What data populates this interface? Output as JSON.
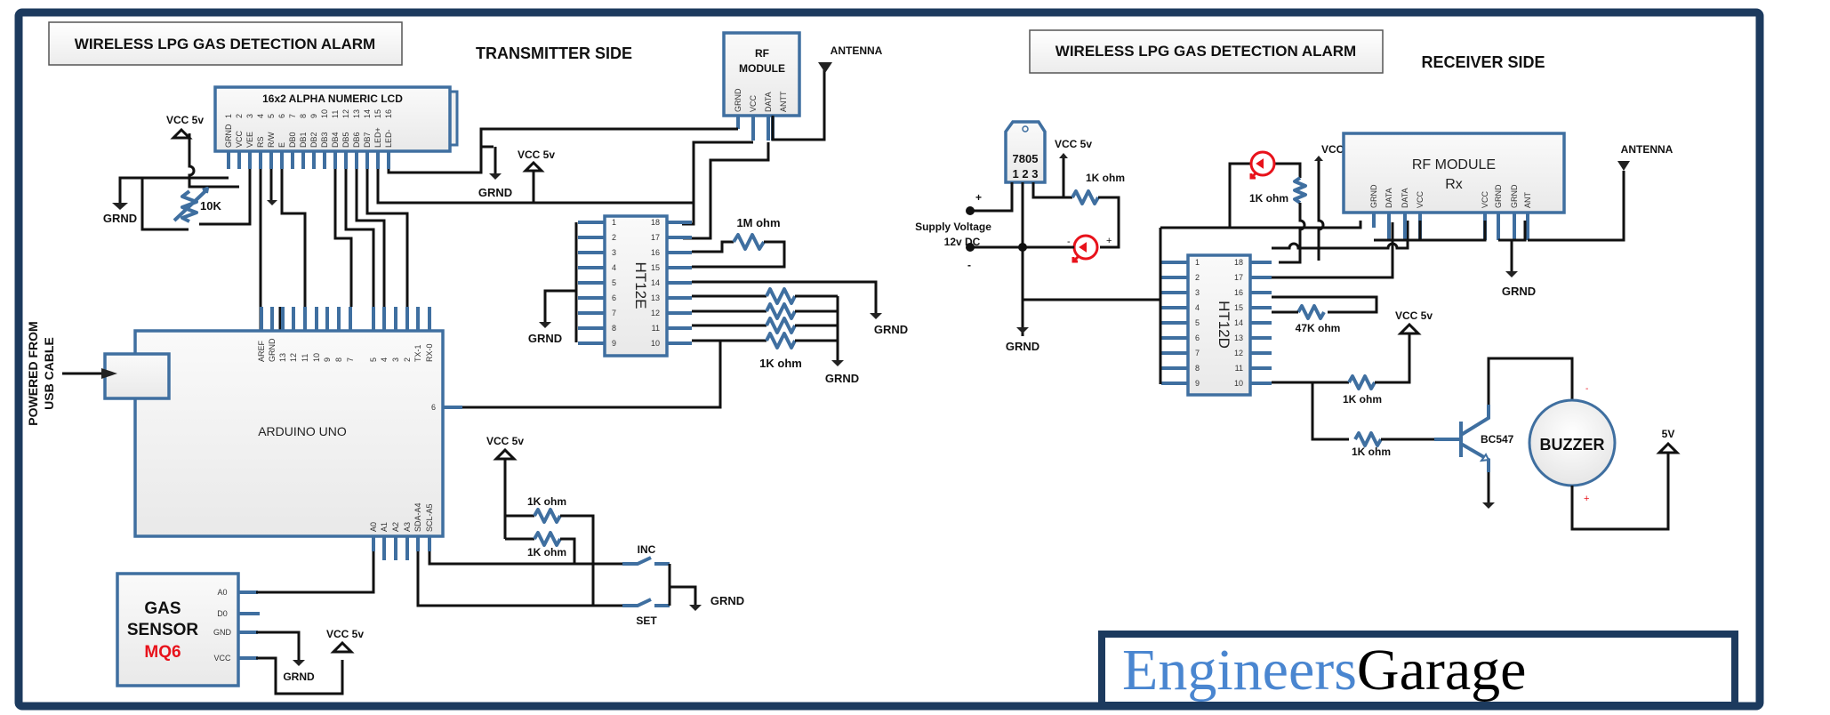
{
  "diagram": {
    "title_left": "WIRELESS LPG GAS DETECTION ALARM",
    "title_right": "WIRELESS LPG GAS DETECTION ALARM",
    "transmitter_heading": "TRANSMITTER SIDE",
    "receiver_heading": "RECEIVER SIDE",
    "colors": {
      "frame": "#1c3a5e",
      "component_outline": "#3f6fa0",
      "wire": "#111111",
      "led": "#e8121b",
      "logo_blue": "#4a86d0"
    }
  },
  "transmitter": {
    "lcd": {
      "title": "16x2 ALPHA NUMERIC LCD",
      "pins": [
        {
          "num": "1",
          "name": "GRND"
        },
        {
          "num": "2",
          "name": "VCC"
        },
        {
          "num": "3",
          "name": "VEE"
        },
        {
          "num": "4",
          "name": "RS"
        },
        {
          "num": "5",
          "name": "R/W"
        },
        {
          "num": "6",
          "name": "E"
        },
        {
          "num": "7",
          "name": "DB0"
        },
        {
          "num": "8",
          "name": "DB1"
        },
        {
          "num": "9",
          "name": "DB2"
        },
        {
          "num": "10",
          "name": "DB3"
        },
        {
          "num": "11",
          "name": "DB4"
        },
        {
          "num": "12",
          "name": "DB5"
        },
        {
          "num": "13",
          "name": "DB6"
        },
        {
          "num": "14",
          "name": "DB7"
        },
        {
          "num": "15",
          "name": "LED+"
        },
        {
          "num": "16",
          "name": "LED-"
        }
      ]
    },
    "pot_label": "10K",
    "vcc_label": "VCC 5v",
    "gnd_label": "GRND",
    "rf_module": {
      "title_line1": "RF",
      "title_line2": "MODULE",
      "pins": [
        "GRND",
        "VCC",
        "DATA",
        "ANTT"
      ]
    },
    "antenna_label": "ANTENNA",
    "encoder": {
      "name": "HT12E",
      "left_pins": [
        "1",
        "2",
        "3",
        "4",
        "5",
        "6",
        "7",
        "8",
        "9"
      ],
      "right_pins": [
        "18",
        "17",
        "16",
        "15",
        "14",
        "13",
        "12",
        "11",
        "10"
      ]
    },
    "osc_resistor": "1M ohm",
    "data_resistors": "1K ohm",
    "arduino": {
      "name": "ARDUINO UNO",
      "top_pins": [
        "AREF",
        "GRND",
        "13",
        "12",
        "11",
        "10",
        "9",
        "8",
        "7",
        "5",
        "4",
        "3",
        "2",
        "TX-1",
        "RX-0"
      ],
      "bottom_pins": [
        "A0",
        "A1",
        "A2",
        "A3",
        "SDA-A4",
        "SCL-A5"
      ],
      "side_pin": "6"
    },
    "usb_label_line1": "POWERED FROM",
    "usb_label_line2": "USB CABLE",
    "pullup_resistors": [
      "1K ohm",
      "1K ohm"
    ],
    "switches": [
      "INC",
      "SET"
    ],
    "gas_sensor": {
      "line1": "GAS",
      "line2": "SENSOR",
      "model": "MQ6",
      "pins": [
        "A0",
        "D0",
        "GND",
        "VCC"
      ]
    }
  },
  "receiver": {
    "regulator": {
      "name": "7805",
      "pins": "1 2 3"
    },
    "supply_label_line1": "Supply Voltage",
    "supply_label_line2": "12v DC",
    "plus": "+",
    "minus": "-",
    "vcc_label": "VCC 5v",
    "led_resistor": "1K ohm",
    "rf_module": {
      "title_line1": "RF MODULE",
      "title_line2": "Rx",
      "pins": [
        "GRND",
        "DATA",
        "DATA",
        "VCC",
        "VCC",
        "GRND",
        "GRND",
        "ANT"
      ]
    },
    "antenna_label": "ANTENNA",
    "decoder": {
      "name": "HT12D",
      "left_pins": [
        "1",
        "2",
        "3",
        "4",
        "5",
        "6",
        "7",
        "8",
        "9"
      ],
      "right_pins": [
        "18",
        "17",
        "16",
        "15",
        "14",
        "13",
        "12",
        "11",
        "10"
      ]
    },
    "osc_resistor": "47K ohm",
    "vt_resistor": "1K ohm",
    "vt_led_resistor": "1K ohm",
    "base_resistor": "1K ohm",
    "transistor": "BC547",
    "buzzer": "BUZZER",
    "buzzer_supply": "5V",
    "gnd_label": "GRND"
  },
  "logo": {
    "part1": "Engineers",
    "part2": "Garage"
  }
}
